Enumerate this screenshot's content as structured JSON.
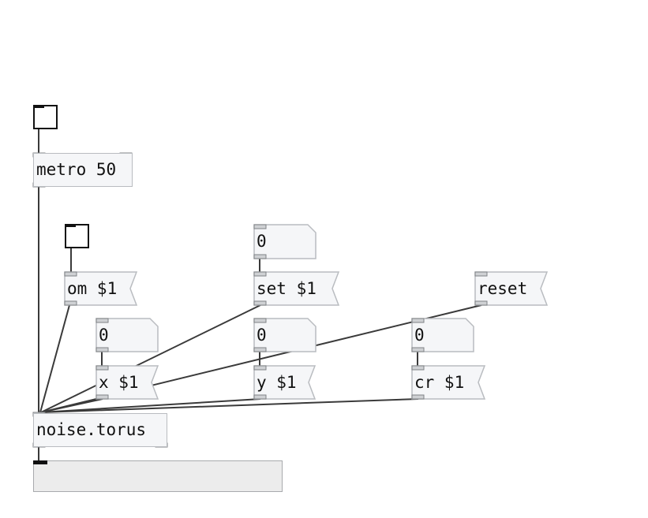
{
  "patch": {
    "metro": {
      "label": "metro 50"
    },
    "noise_torus": {
      "label": "noise.torus"
    },
    "om_msg": {
      "label": "om $1"
    },
    "set_msg": {
      "label": "set $1"
    },
    "reset_msg": {
      "label": "reset"
    },
    "x_msg": {
      "label": "x $1"
    },
    "y_msg": {
      "label": "y $1"
    },
    "cr_msg": {
      "label": "cr $1"
    },
    "set_num": {
      "value": "0"
    },
    "x_num": {
      "value": "0"
    },
    "y_num": {
      "value": "0"
    },
    "cr_num": {
      "value": "0"
    },
    "colors": {
      "wire": "#3a3a3a",
      "box_fill": "#f5f6f8",
      "box_border": "#b9bcc0",
      "output_fill": "#ececec"
    }
  }
}
